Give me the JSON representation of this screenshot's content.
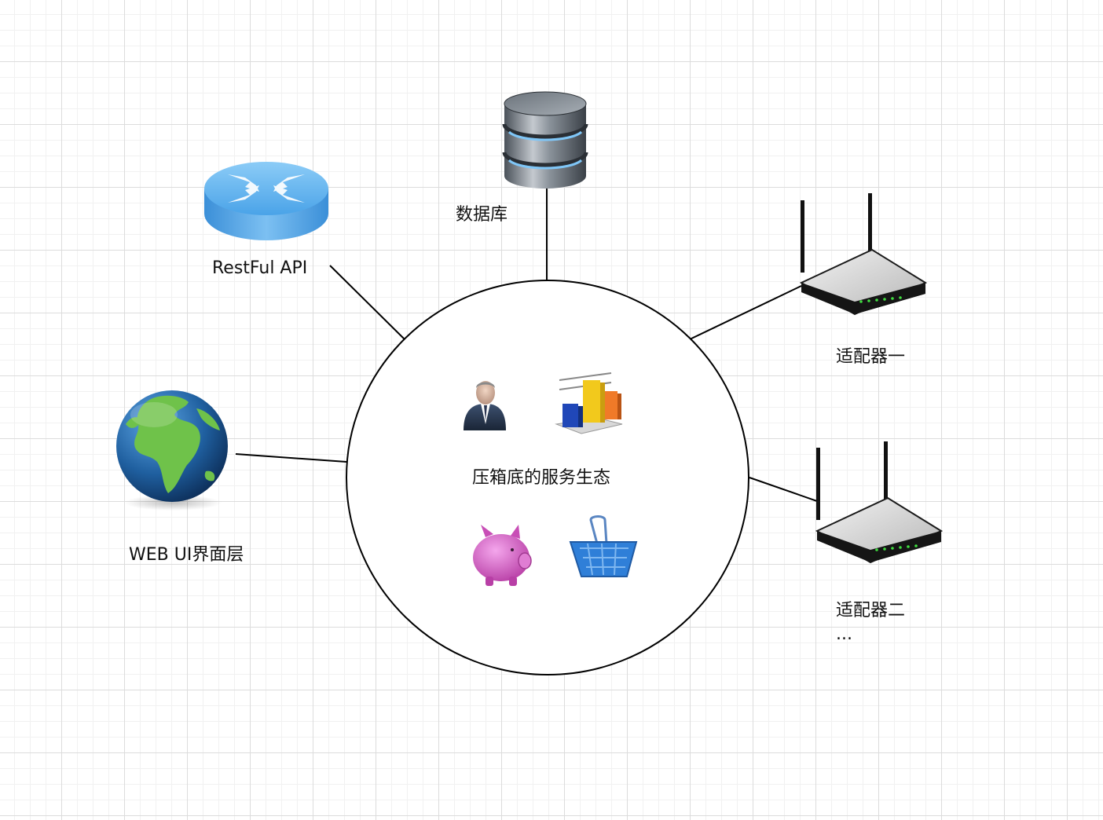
{
  "nodes": {
    "hub": {
      "label": "压箱底的服务生态"
    },
    "database": {
      "label": "数据库",
      "icon": "database-icon"
    },
    "restful_api": {
      "label": "RestFul API",
      "icon": "router-icon"
    },
    "web_ui": {
      "label": "WEB UI界面层",
      "icon": "globe-icon"
    },
    "adapter_1": {
      "label": "适配器一",
      "icon": "wireless-router-icon"
    },
    "adapter_2": {
      "label": "适配器二",
      "sublabel": "...",
      "icon": "wireless-router-icon"
    }
  },
  "hub_icons": [
    "businessman-icon",
    "bar-chart-icon",
    "piggy-bank-icon",
    "shopping-basket-icon"
  ],
  "colors": {
    "line": "#000000",
    "router_blue": "#4aa3e8",
    "globe_ocean": "#1f5f9f",
    "globe_land": "#6fc24a",
    "piggy_pink": "#d75fc6",
    "basket_blue": "#2f7fd8"
  }
}
